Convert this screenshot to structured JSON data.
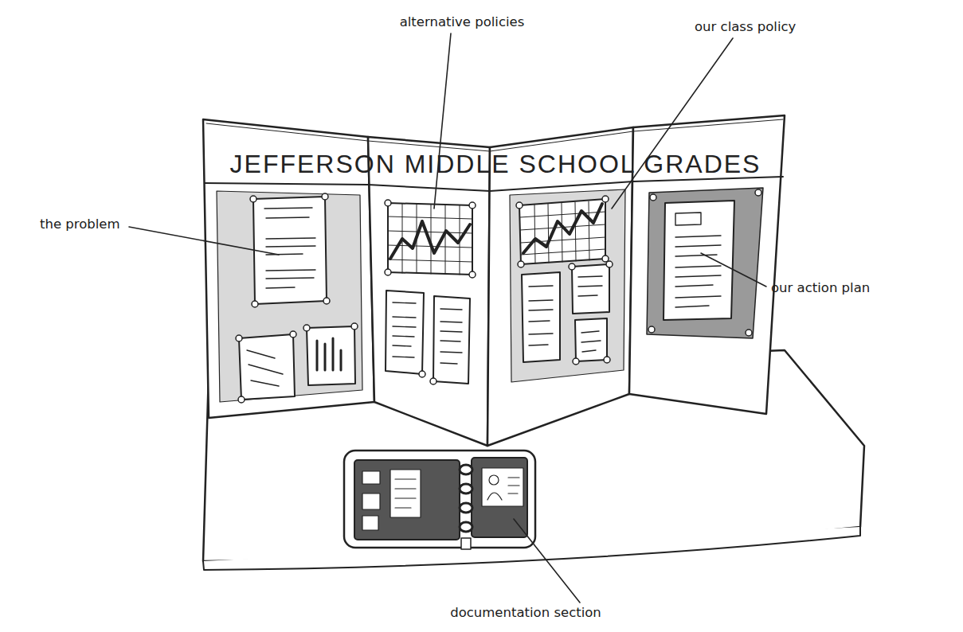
{
  "diagram": {
    "labels": [
      "JEFFERSON MIDDLE SCHOOL GRADES",
      "alternative policies",
      "our class policy",
      "the problem",
      "our action plan",
      "documentation section"
    ]
  }
}
